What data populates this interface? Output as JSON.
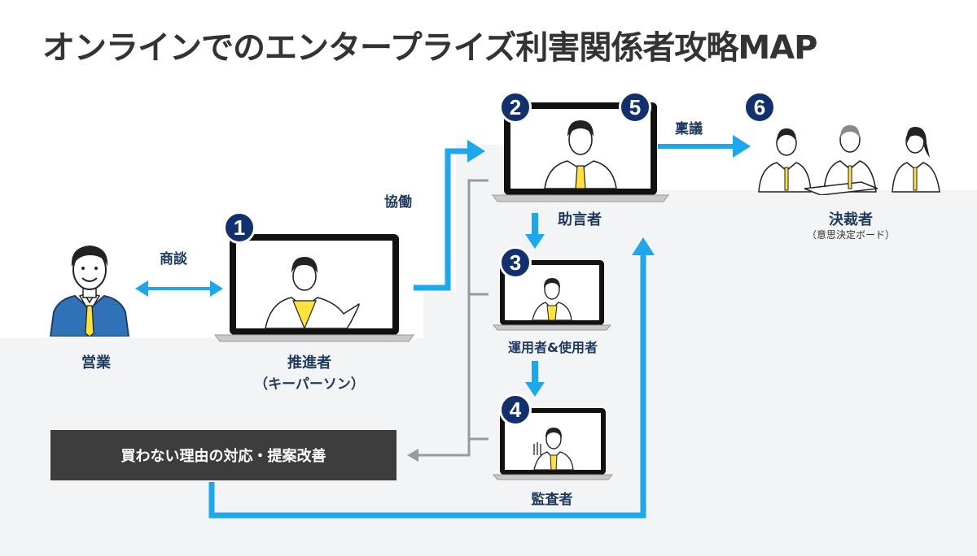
{
  "title": "オンラインでのエンタープライズ利害関係者攻略MAP",
  "roles": {
    "sales": "営業",
    "promoter": "推進者",
    "promoter_sub": "（キーパーソン）",
    "advisor": "助言者",
    "operator": "運用者&使用者",
    "auditor": "監査者",
    "decider": "決裁者",
    "decider_sub": "（意思決定ボード）"
  },
  "arrows": {
    "negotiation": "商談",
    "collaboration": "協働",
    "proposal": "稟議"
  },
  "badges": [
    "1",
    "2",
    "3",
    "4",
    "5",
    "6"
  ],
  "action_box": "買わない理由の対応・提案改善",
  "colors": {
    "arrow_blue": "#1ea7ec",
    "badge_navy": "#12306e",
    "label_navy": "#1f3a5f",
    "panel_gray": "#f3f4f5",
    "box_dark": "#3d3d3d"
  }
}
